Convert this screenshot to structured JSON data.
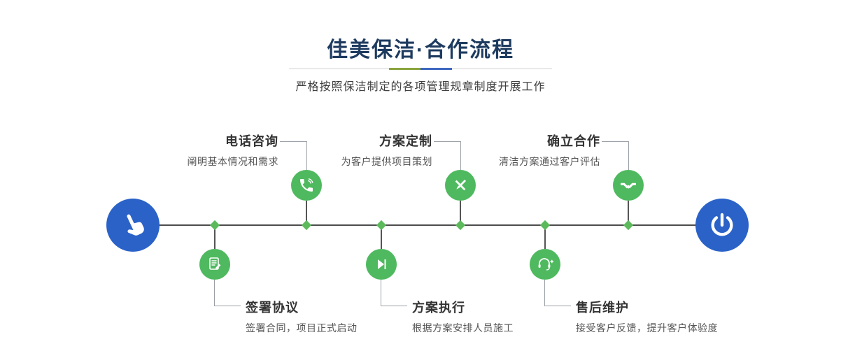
{
  "header": {
    "title": "佳美保洁·合作流程",
    "subtitle": "严格按照保洁制定的各项管理规章制度开展工作"
  },
  "colors": {
    "title_text": "#1e3b5f",
    "accent_green": "#8aa43c",
    "accent_blue": "#3e68c0",
    "step_node_green": "#4fb95f",
    "endpoint_blue": "#2a62c8",
    "timeline_line": "#4c4c4c",
    "junction_diamond": "#5cba5c"
  },
  "timeline": {
    "start": {
      "icon": "hand-pointer-icon"
    },
    "end": {
      "icon": "power-icon"
    },
    "top_steps": [
      {
        "title": "电话咨询",
        "desc": "阐明基本情况和需求",
        "icon": "phone-icon"
      },
      {
        "title": "方案定制",
        "desc": "为客户提供项目策划",
        "icon": "pen-ruler-icon"
      },
      {
        "title": "确立合作",
        "desc": "清洁方案通过客户评估",
        "icon": "handshake-icon"
      }
    ],
    "bottom_steps": [
      {
        "title": "签署协议",
        "desc": "签署合同，项目正式启动",
        "icon": "contract-icon"
      },
      {
        "title": "方案执行",
        "desc": "根据方案安排人员施工",
        "icon": "play-icon"
      },
      {
        "title": "售后维护",
        "desc": "接受客户反馈，提升客户体验度",
        "icon": "headset-icon"
      }
    ]
  }
}
